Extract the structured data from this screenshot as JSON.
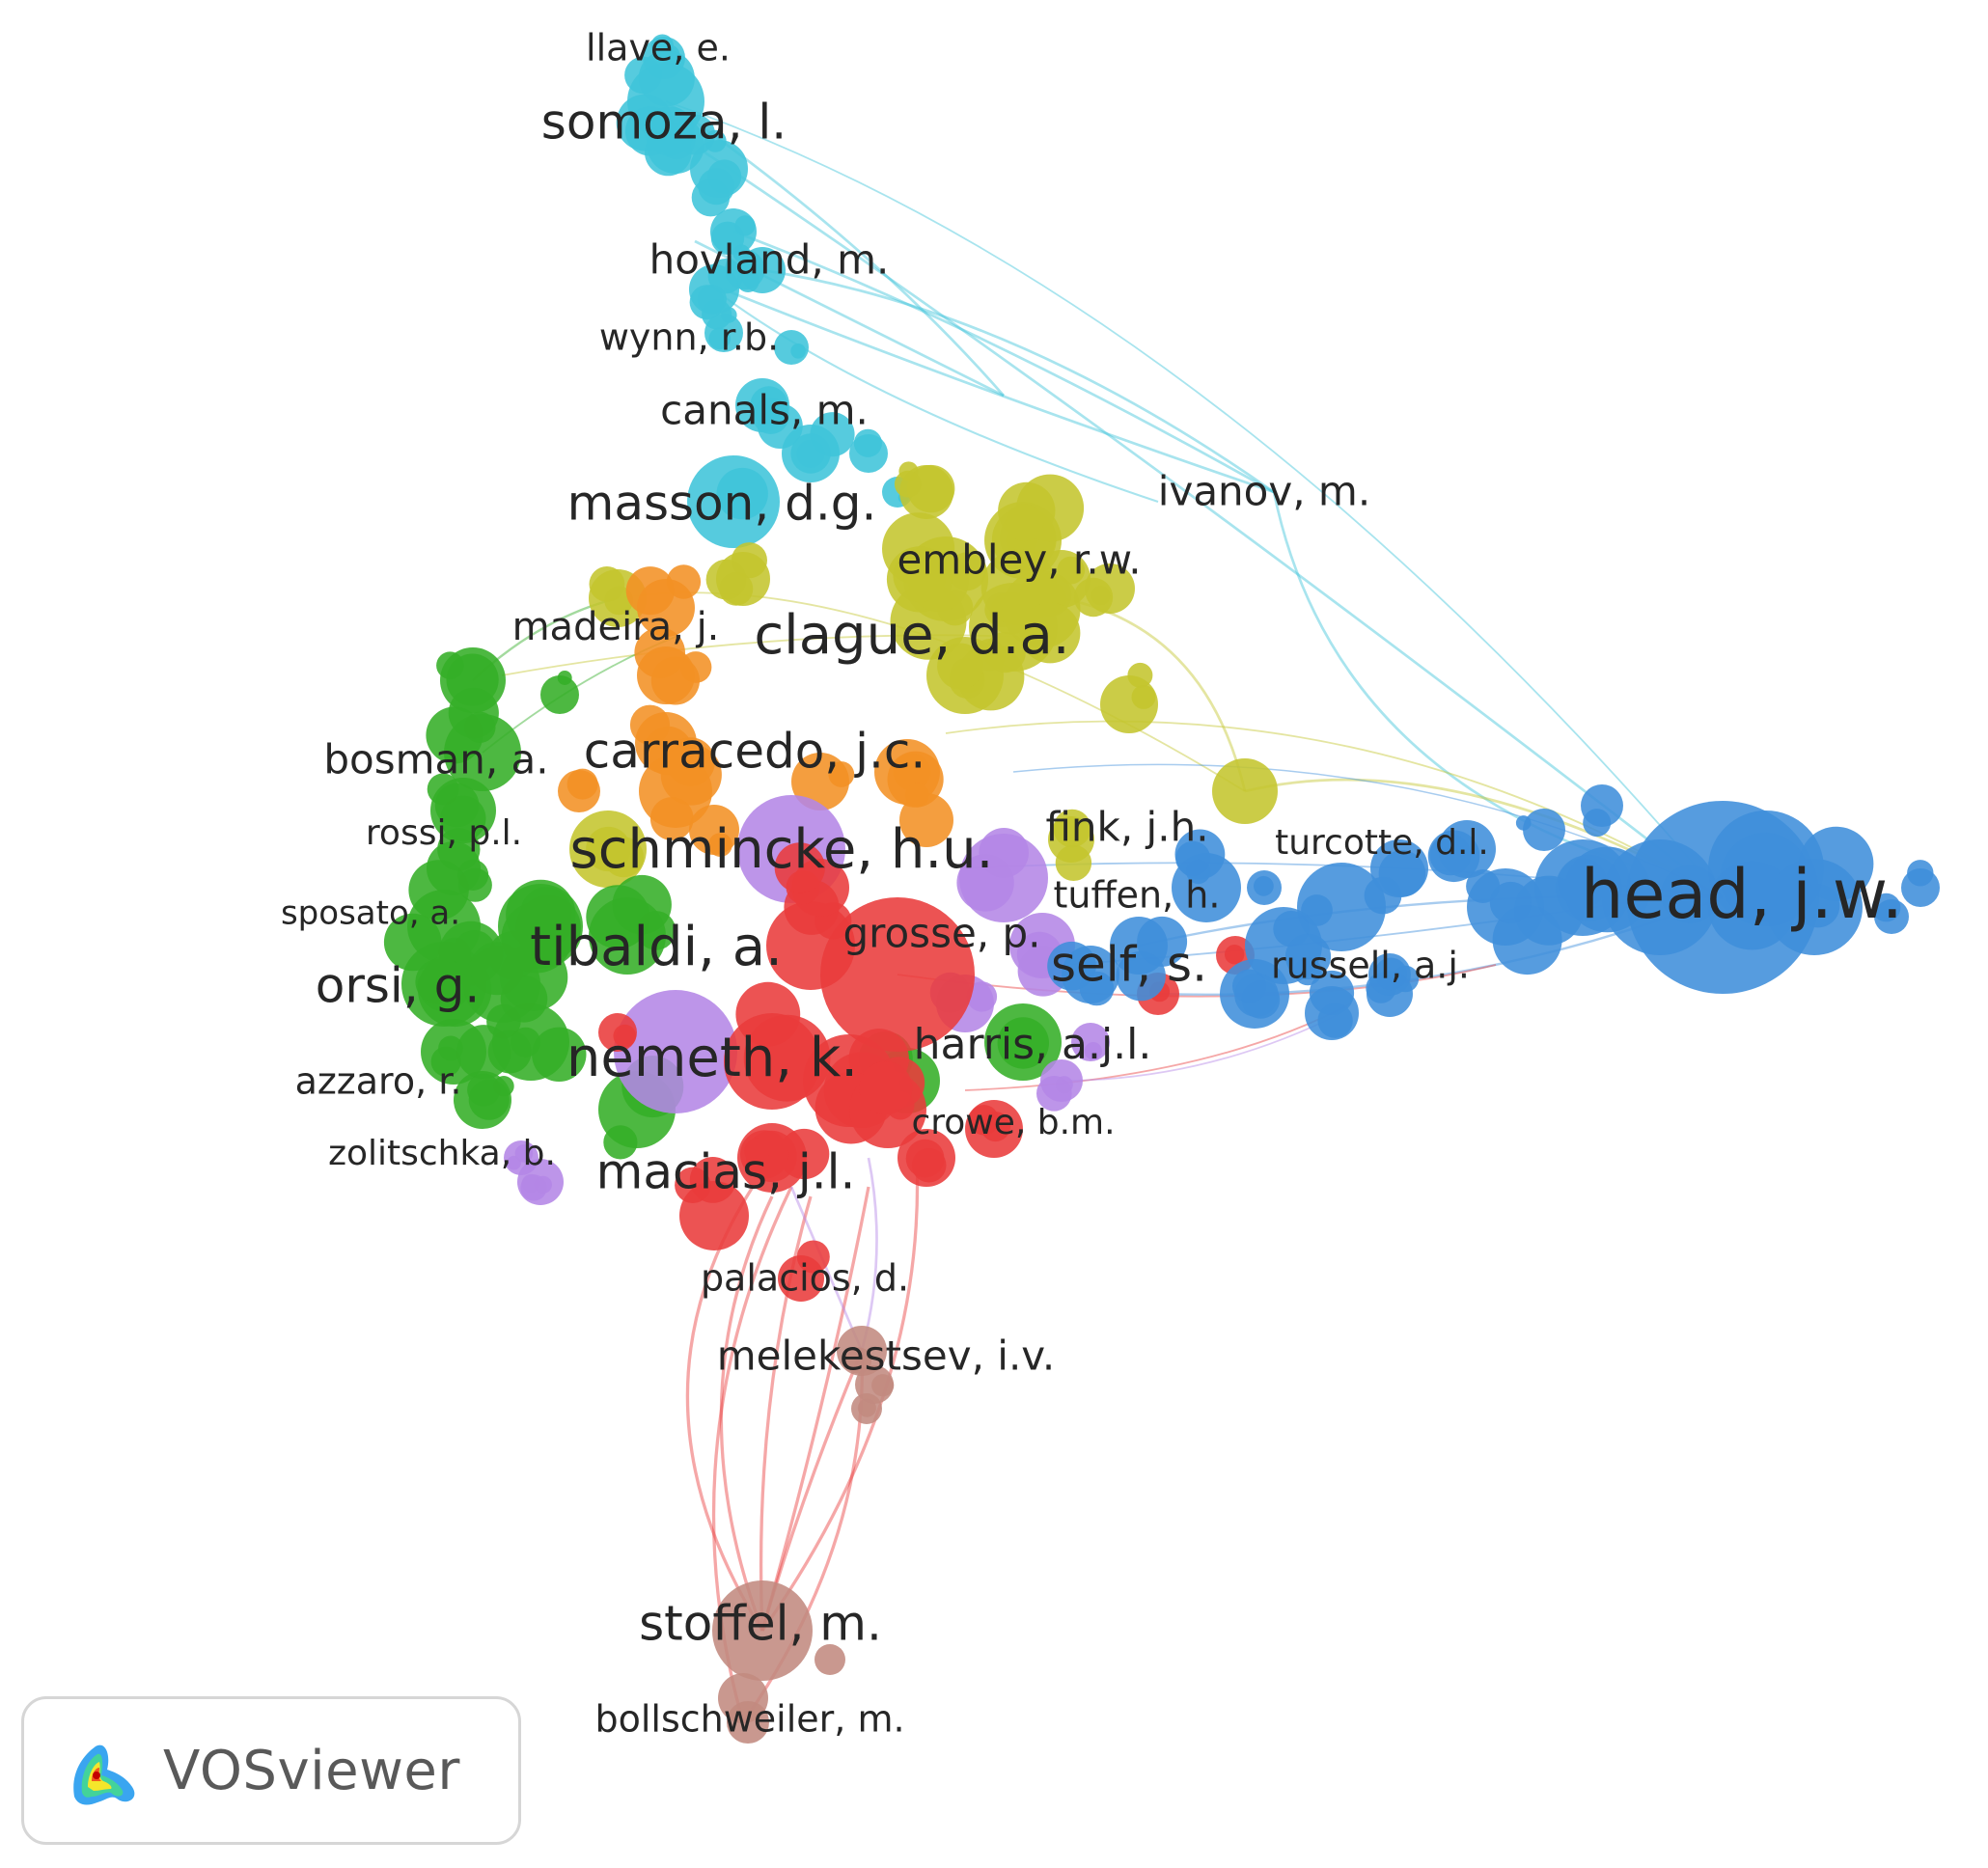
{
  "legend": {
    "brand": "VOSviewer"
  },
  "clusters": [
    {
      "id": "cyan",
      "color": "#3fc4da"
    },
    {
      "id": "yellow",
      "color": "#c4c52e"
    },
    {
      "id": "orange",
      "color": "#f39124"
    },
    {
      "id": "green",
      "color": "#34ae27"
    },
    {
      "id": "purple",
      "color": "#b486e6"
    },
    {
      "id": "red",
      "color": "#e93b3b"
    },
    {
      "id": "blue",
      "color": "#3f8edb"
    },
    {
      "id": "brown",
      "color": "#c28a80"
    }
  ],
  "labels": [
    {
      "id": "llave",
      "text": "llave, e.",
      "cluster": "cyan"
    },
    {
      "id": "somoza",
      "text": "somoza, l.",
      "cluster": "cyan"
    },
    {
      "id": "hovland",
      "text": "hovland, m.",
      "cluster": "cyan"
    },
    {
      "id": "wynn",
      "text": "wynn, r.b.",
      "cluster": "cyan"
    },
    {
      "id": "canals",
      "text": "canals, m.",
      "cluster": "cyan"
    },
    {
      "id": "masson",
      "text": "masson, d.g.",
      "cluster": "cyan"
    },
    {
      "id": "ivanov",
      "text": "ivanov, m.",
      "cluster": "cyan"
    },
    {
      "id": "embley",
      "text": "embley, r.w.",
      "cluster": "yellow"
    },
    {
      "id": "madeira",
      "text": "madeira, j.",
      "cluster": "orange"
    },
    {
      "id": "clague",
      "text": "clague, d.a.",
      "cluster": "yellow"
    },
    {
      "id": "bosman",
      "text": "bosman, a.",
      "cluster": "green"
    },
    {
      "id": "carracedo",
      "text": "carracedo, j.c.",
      "cluster": "orange"
    },
    {
      "id": "fink",
      "text": "fink, j.h.",
      "cluster": "yellow"
    },
    {
      "id": "turcotte",
      "text": "turcotte, d.l.",
      "cluster": "blue"
    },
    {
      "id": "rossi",
      "text": "rossi, p.l.",
      "cluster": "green"
    },
    {
      "id": "schmincke",
      "text": "schmincke, h.u.",
      "cluster": "purple"
    },
    {
      "id": "head",
      "text": "head, j.w.",
      "cluster": "blue"
    },
    {
      "id": "tuffen",
      "text": "tuffen, h.",
      "cluster": "blue"
    },
    {
      "id": "sposato",
      "text": "sposato, a.",
      "cluster": "green"
    },
    {
      "id": "tibaldi",
      "text": "tibaldi, a.",
      "cluster": "green"
    },
    {
      "id": "grosse",
      "text": "grosse, p.",
      "cluster": "red"
    },
    {
      "id": "self",
      "text": "self, s.",
      "cluster": "blue"
    },
    {
      "id": "russell",
      "text": "russell, a.j.",
      "cluster": "blue"
    },
    {
      "id": "orsi",
      "text": "orsi, g.",
      "cluster": "green"
    },
    {
      "id": "harris",
      "text": "harris, a.j.l.",
      "cluster": "red"
    },
    {
      "id": "nemeth",
      "text": "nemeth, k.",
      "cluster": "purple"
    },
    {
      "id": "azzaro",
      "text": "azzaro, r.",
      "cluster": "green"
    },
    {
      "id": "crowe",
      "text": "crowe, b.m.",
      "cluster": "purple"
    },
    {
      "id": "zolitschka",
      "text": "zolitschka, b.",
      "cluster": "purple"
    },
    {
      "id": "macias",
      "text": "macias, j.l.",
      "cluster": "red"
    },
    {
      "id": "palacios",
      "text": "palacios, d.",
      "cluster": "red"
    },
    {
      "id": "melekestsev",
      "text": "melekestsev, i.v.",
      "cluster": "brown"
    },
    {
      "id": "stoffel",
      "text": "stoffel, m.",
      "cluster": "brown"
    },
    {
      "id": "bollschweiler",
      "text": "bollschweiler, m.",
      "cluster": "brown"
    }
  ]
}
